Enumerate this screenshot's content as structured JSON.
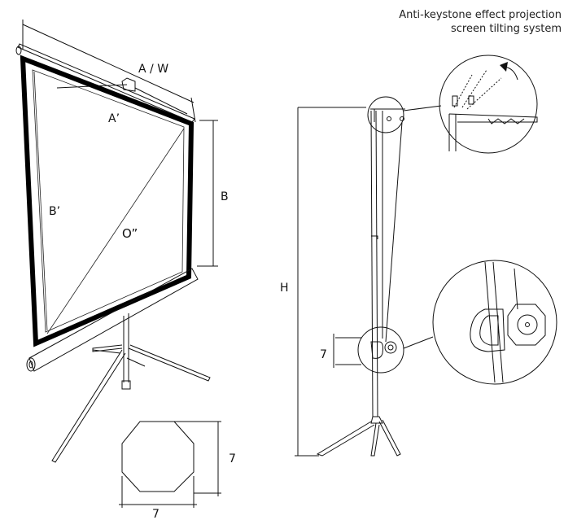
{
  "title": {
    "line1": "Anti-keystone effect projection",
    "line2": "screen tilting system"
  },
  "labels": {
    "width": "A / W",
    "inner_width": "A’",
    "height": "B",
    "inner_height": "B’",
    "diagonal": "O”",
    "total_height": "H",
    "bracket_height": "7",
    "profile_height": "7",
    "profile_width": "7"
  }
}
